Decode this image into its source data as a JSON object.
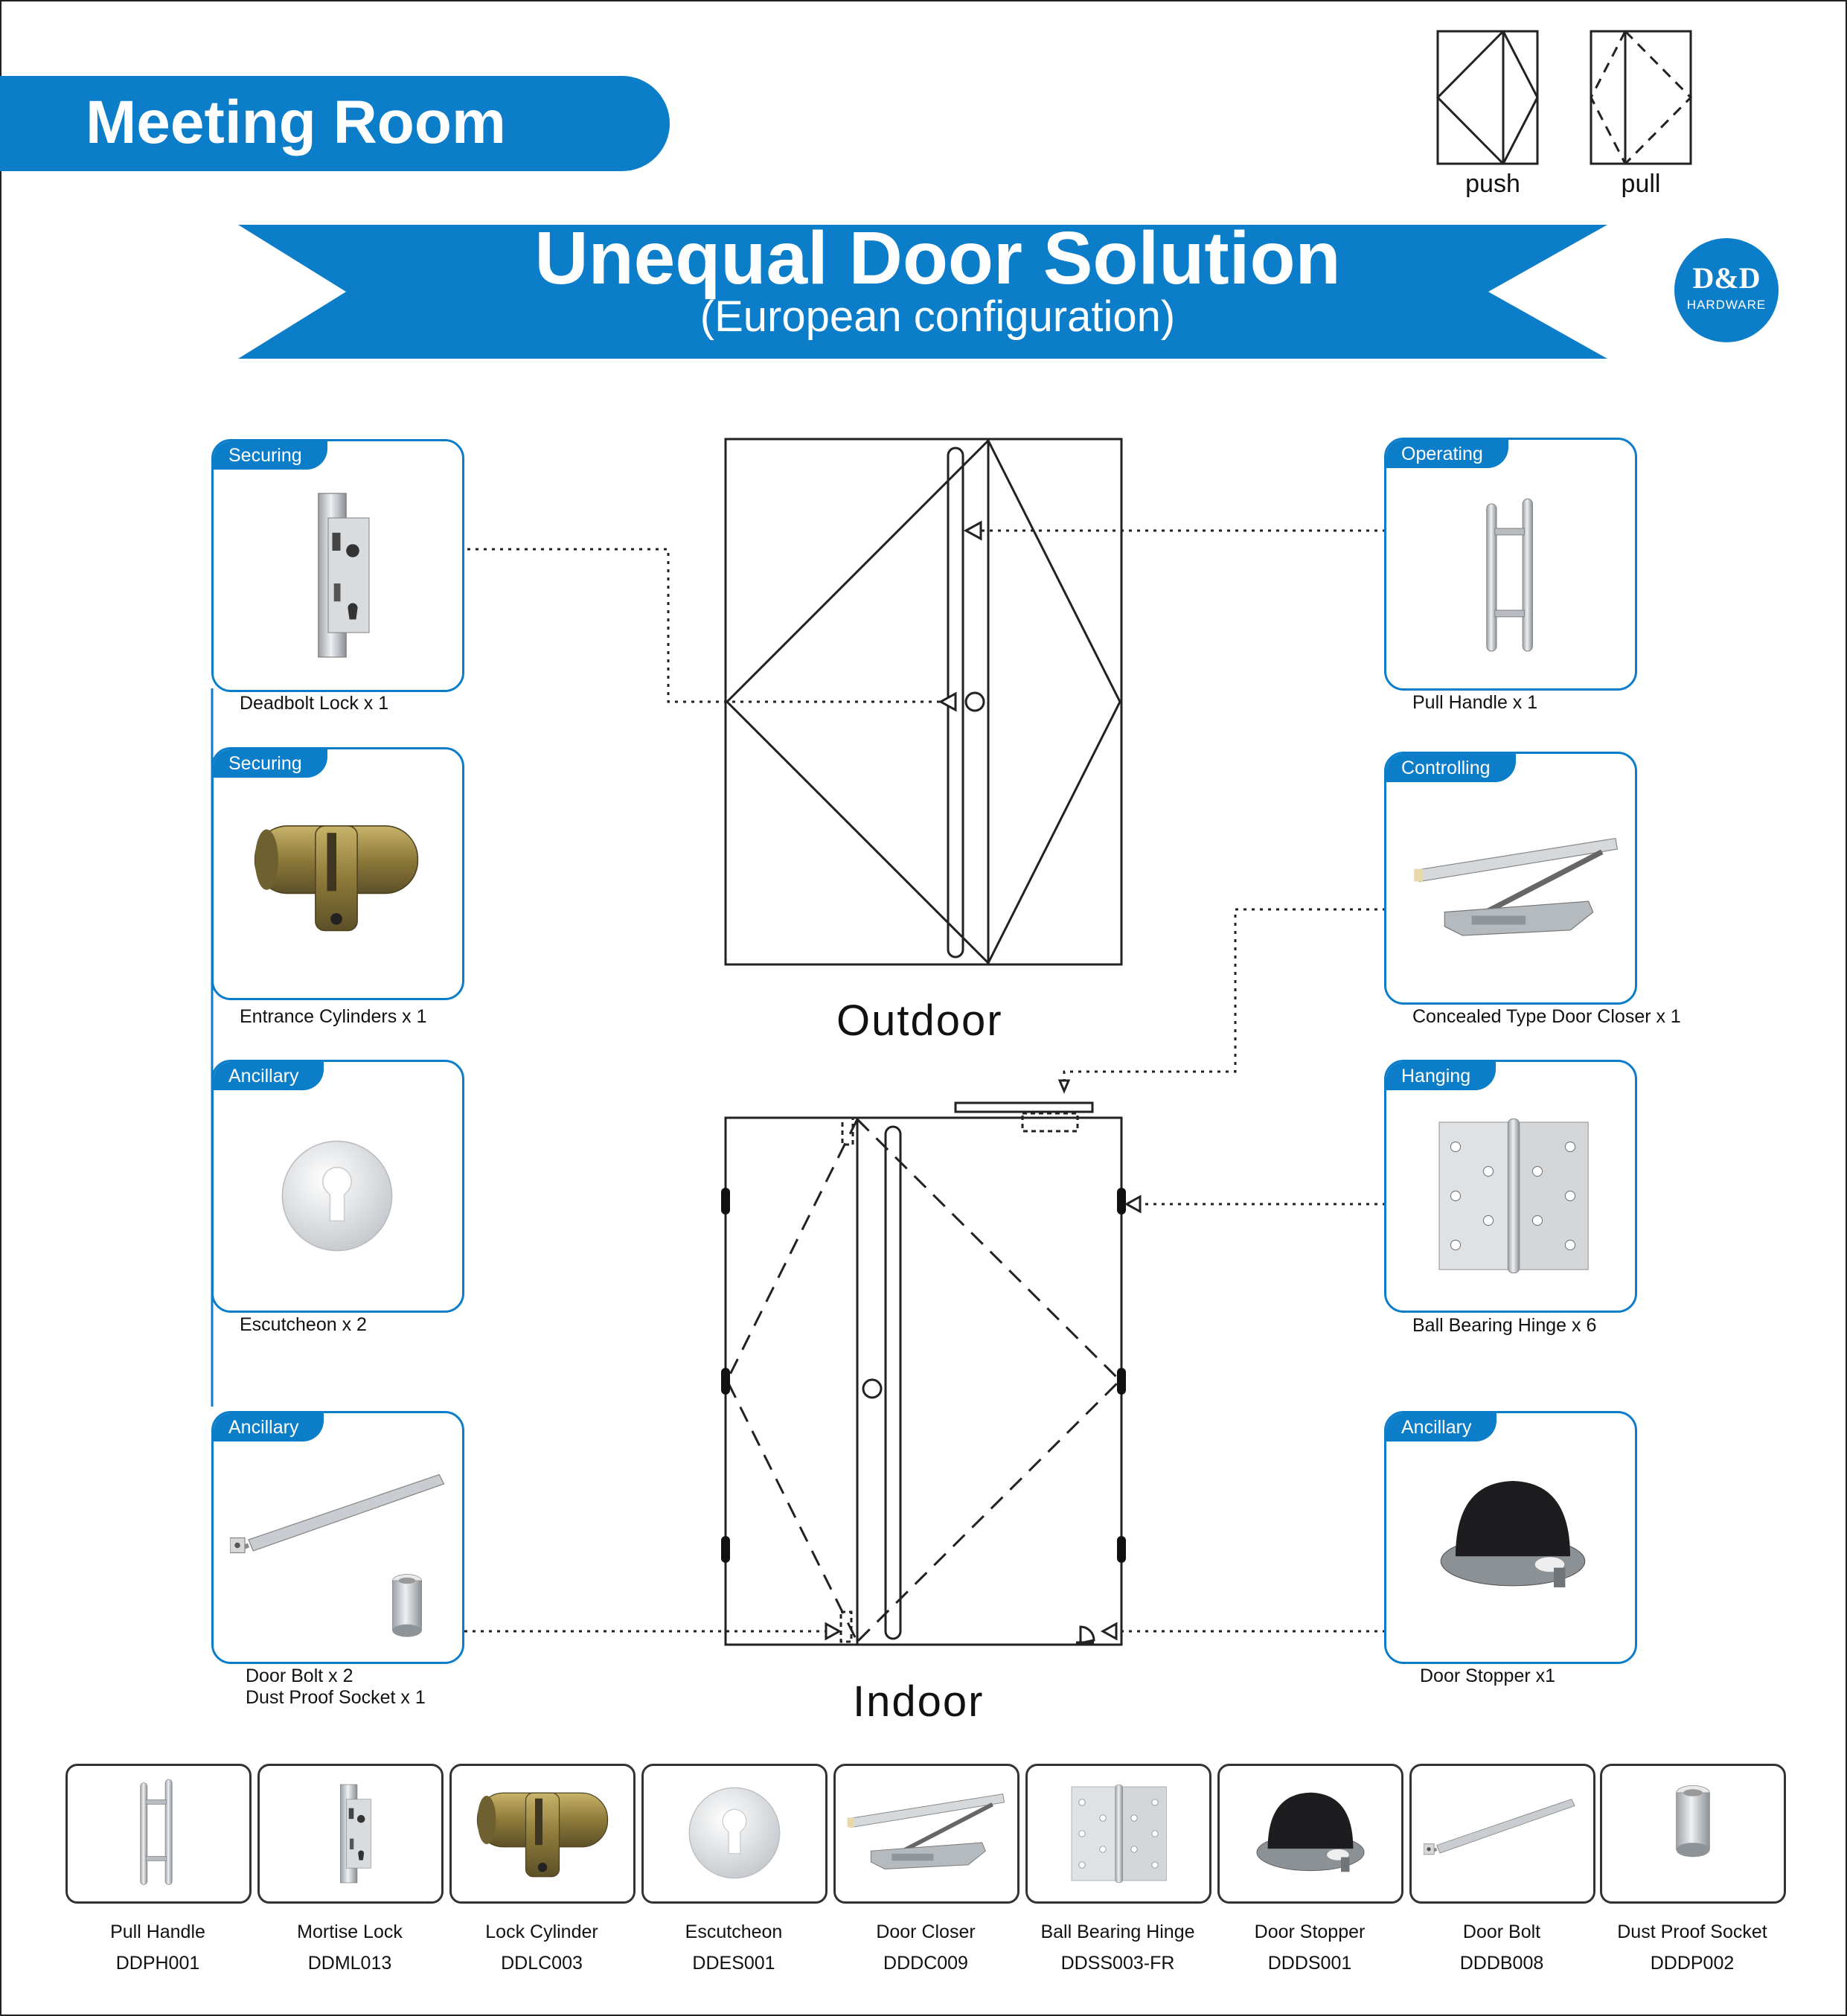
{
  "header": {
    "section_title": "Meeting Room"
  },
  "banner": {
    "title": "Unequal Door Solution",
    "subtitle": "(European configuration)"
  },
  "logo": {
    "main": "D&D",
    "sub": "HARDWARE"
  },
  "legend": {
    "push_label": "push",
    "pull_label": "pull"
  },
  "doors": {
    "outdoor_label": "Outdoor",
    "indoor_label": "Indoor"
  },
  "colors": {
    "accent": "#0b7dc9",
    "line": "#222222"
  },
  "cards": {
    "deadbolt": {
      "tag": "Securing",
      "caption": "Deadbolt Lock x 1",
      "icon": "mortise-lock-icon"
    },
    "cylinder": {
      "tag": "Securing",
      "caption": "Entrance Cylinders x 1",
      "icon": "lock-cylinder-icon"
    },
    "escutcheon": {
      "tag": "Ancillary",
      "caption": "Escutcheon x 2",
      "icon": "escutcheon-icon"
    },
    "doorbolt": {
      "tag": "Ancillary",
      "caption_line1": "Door Bolt x 2",
      "caption_line2": "Dust  Proof Socket  x 1",
      "icon": "door-bolt-icon"
    },
    "pullhandle": {
      "tag": "Operating",
      "caption": "Pull Handle x 1",
      "icon": "pull-handle-icon"
    },
    "closer": {
      "tag": "Controlling",
      "caption": "Concealed Type Door Closer x 1",
      "icon": "door-closer-icon"
    },
    "hinge": {
      "tag": "Hanging",
      "caption": "Ball Bearing Hinge x 6",
      "icon": "hinge-icon"
    },
    "stopper": {
      "tag": "Ancillary",
      "caption": "Door Stopper x1",
      "icon": "door-stopper-icon"
    }
  },
  "catalog": [
    {
      "name": "Pull Handle",
      "code": "DDPH001",
      "icon": "pull-handle-icon"
    },
    {
      "name": "Mortise Lock",
      "code": "DDML013",
      "icon": "mortise-lock-icon"
    },
    {
      "name": "Lock Cylinder",
      "code": "DDLC003",
      "icon": "lock-cylinder-icon"
    },
    {
      "name": "Escutcheon",
      "code": "DDES001",
      "icon": "escutcheon-icon"
    },
    {
      "name": "Door Closer",
      "code": "DDDC009",
      "icon": "door-closer-icon"
    },
    {
      "name": "Ball Bearing Hinge",
      "code": "DDSS003-FR",
      "icon": "hinge-icon"
    },
    {
      "name": "Door Stopper",
      "code": "DDDS001",
      "icon": "door-stopper-icon"
    },
    {
      "name": "Door Bolt",
      "code": "DDDB008",
      "icon": "door-bolt-icon"
    },
    {
      "name": "Dust Proof Socket",
      "code": "DDDP002",
      "icon": "dust-socket-icon"
    }
  ]
}
